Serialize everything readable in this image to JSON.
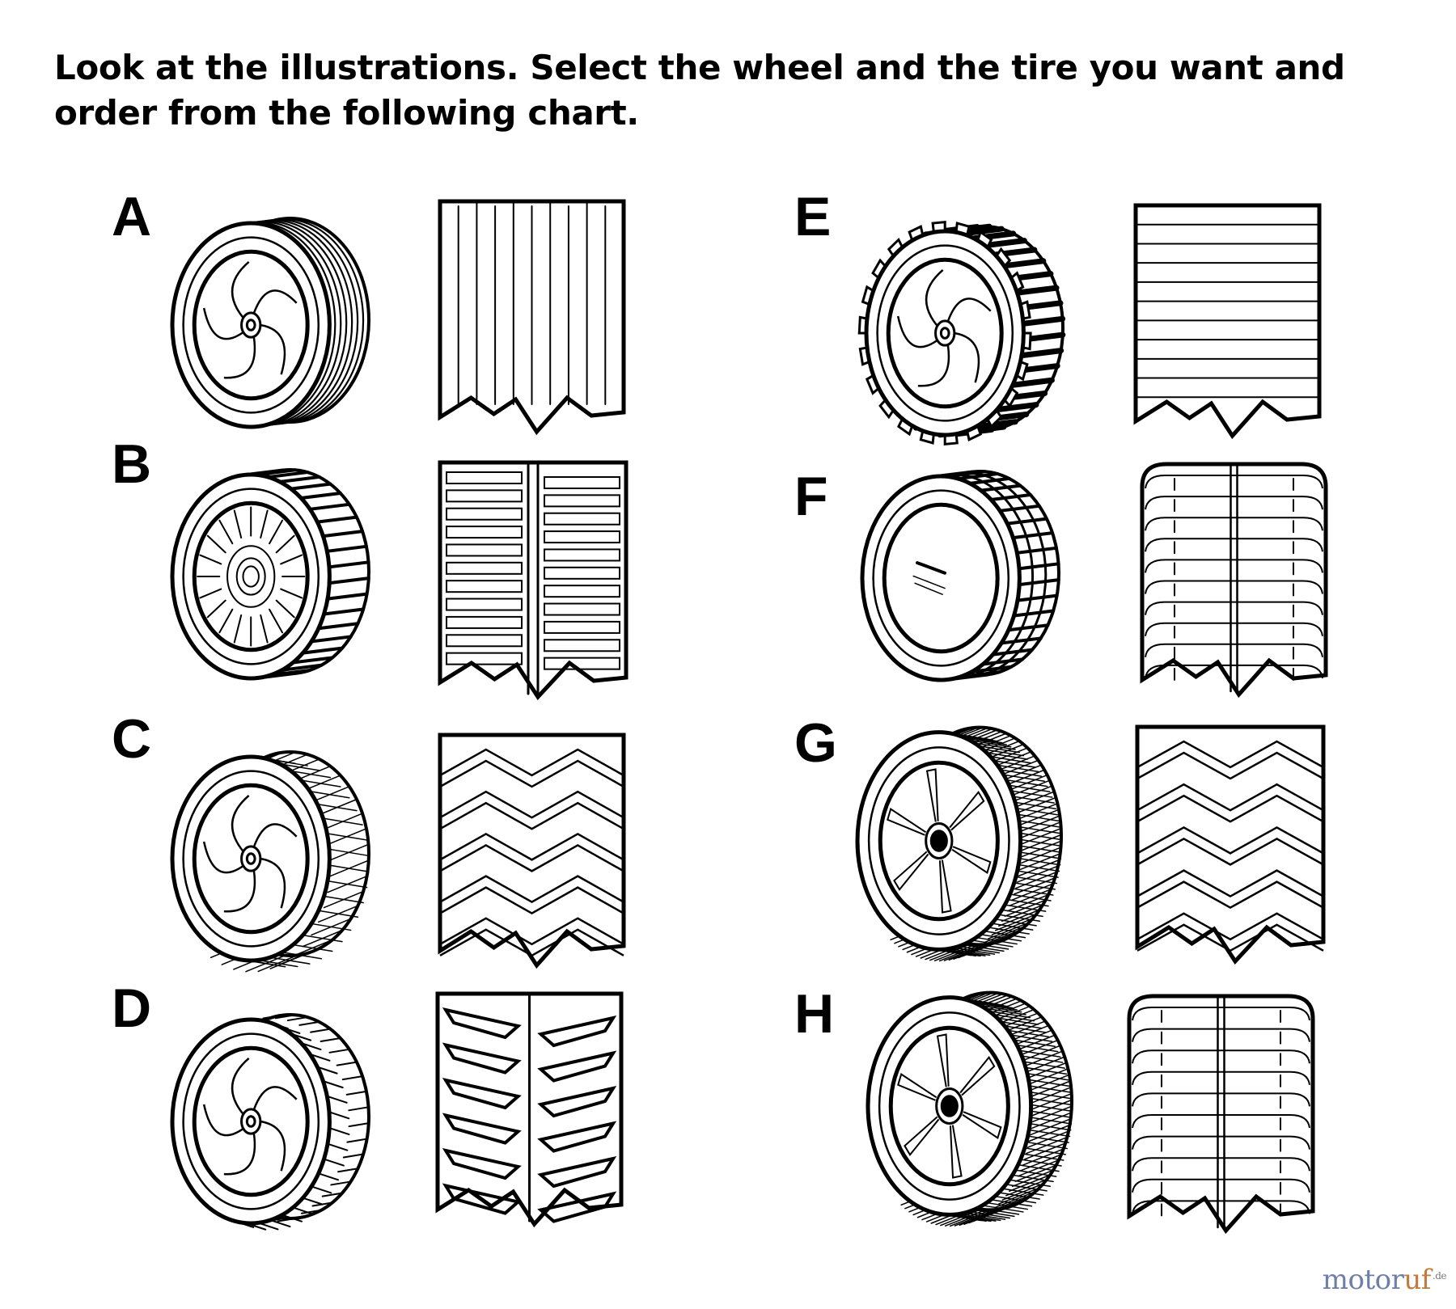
{
  "instructions": "Look at the illustrations. Select the wheel and the tire you want and order from the following chart.",
  "entries": [
    {
      "letter": "A",
      "wheel_style": "ribbed-tire-wheel",
      "tread_pattern": "vertical-ribs"
    },
    {
      "letter": "B",
      "wheel_style": "block-tread-wheel",
      "tread_pattern": "center-split-bars"
    },
    {
      "letter": "C",
      "wheel_style": "diamond-tread-wheel",
      "tread_pattern": "zigzag-chevron"
    },
    {
      "letter": "D",
      "wheel_style": "cross-lug-wheel",
      "tread_pattern": "interlocking-lugs"
    },
    {
      "letter": "E",
      "wheel_style": "gear-tooth-wheel",
      "tread_pattern": "horizontal-lines"
    },
    {
      "letter": "F",
      "wheel_style": "grid-tread-wheel",
      "tread_pattern": "curved-bars"
    },
    {
      "letter": "G",
      "wheel_style": "spoked-diamond-wheel",
      "tread_pattern": "zigzag-chevron"
    },
    {
      "letter": "H",
      "wheel_style": "spoked-diamond-wheel",
      "tread_pattern": "curved-bars"
    }
  ],
  "watermark": {
    "main": "motor",
    "accent": "uf",
    "tld": ".de"
  },
  "colors": {
    "line": "#000000",
    "background": "#ffffff",
    "watermark_main": "#6d7fa6",
    "watermark_accent": "#c47a3b"
  }
}
